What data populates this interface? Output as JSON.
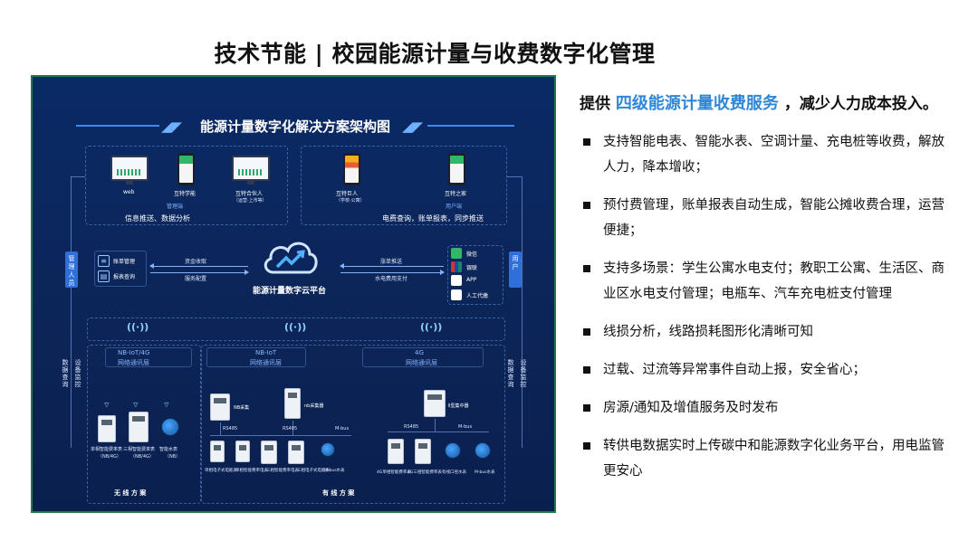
{
  "page_title": "技术节能 | 校园能源计量与收费数字化管理",
  "headline": {
    "prefix": "提供",
    "highlight": "四级能源计量收费服务",
    "suffix": "，减少人力成本投入。",
    "highlight_color": "#2f86d6"
  },
  "bullets": [
    "支持智能电表、智能水表、空调计量、充电桩等收费，解放人力，降本增收；",
    "预付费管理，账单报表自动生成，智能公摊收费合理，运营便捷；",
    "支持多场景：学生公寓水电支付；教职工公寓、生活区、商业区水电支付管理；电瓶车、汽车充电桩支付管理",
    "线损分析，线路损耗图形化清晰可知",
    "过载、过流等异常事件自动上报，安全省心；",
    "房源/通知及增值服务及时发布",
    "转供电数据实时上传碳中和能源数字化业务平台，用电监管更安心"
  ],
  "diagram": {
    "title": "能源计量数字化解决方案架构图",
    "manage_devices": [
      "web",
      "互特学能",
      "互特合伙人"
    ],
    "manage_device_note": "（运营·上市等）",
    "manage_group": "管理端",
    "manage_caption": "信息推送、数据分析",
    "user_devices": [
      "互特巨人",
      "互特之家"
    ],
    "user_device_note": "（学校·公寓）",
    "user_group": "用户端",
    "user_caption": "电费查询，账单报表，同步推送",
    "left_tag": "管理人员",
    "right_tag": "用户",
    "left_tools": [
      "账单管理",
      "报表查询"
    ],
    "left_flows": [
      "资金收取",
      "服务配置"
    ],
    "right_flows": [
      "涨单推送",
      "水电费用支付"
    ],
    "pay_methods": [
      "微信",
      "银联",
      "APP",
      "人工代缴"
    ],
    "cloud_label": "能源计量数字云平台",
    "left_side_labels": [
      "数据查询",
      "设备监控"
    ],
    "right_side_labels": [
      "数据查询",
      "设备监控"
    ],
    "networks": [
      {
        "name": "NB-IoT/4G",
        "sub": "网络通讯层"
      },
      {
        "name": "NB-IoT",
        "sub": "网络通讯层"
      },
      {
        "name": "4G",
        "sub": "网络通讯层"
      }
    ],
    "wireless_meters": [
      "单相智能费率表",
      "三相智能费率表",
      "智能水表"
    ],
    "wireless_meter_notes": [
      "（NB/4G）",
      "（NB/4G）",
      "（NB）"
    ],
    "nb_hubs": [
      "NB采集",
      "nb采集器"
    ],
    "bus_labels": [
      "RS485",
      "RS485",
      "M-bus",
      "RS485",
      "M-bus"
    ],
    "wired_meters_a": [
      "单相电子式电能表",
      "单相智能费率电表",
      "三相智能费率电表",
      "三相电子式电能表",
      "M-bus水表"
    ],
    "concentrator": "Ⅱ型集中器",
    "wired_meters_b": [
      "4G单相智能费率表",
      "4G三相智能费率表",
      "有线口径水表",
      "M-bus水表"
    ],
    "scheme_wireless": "无 线 方 案",
    "scheme_wired": "有 线 方 案"
  }
}
